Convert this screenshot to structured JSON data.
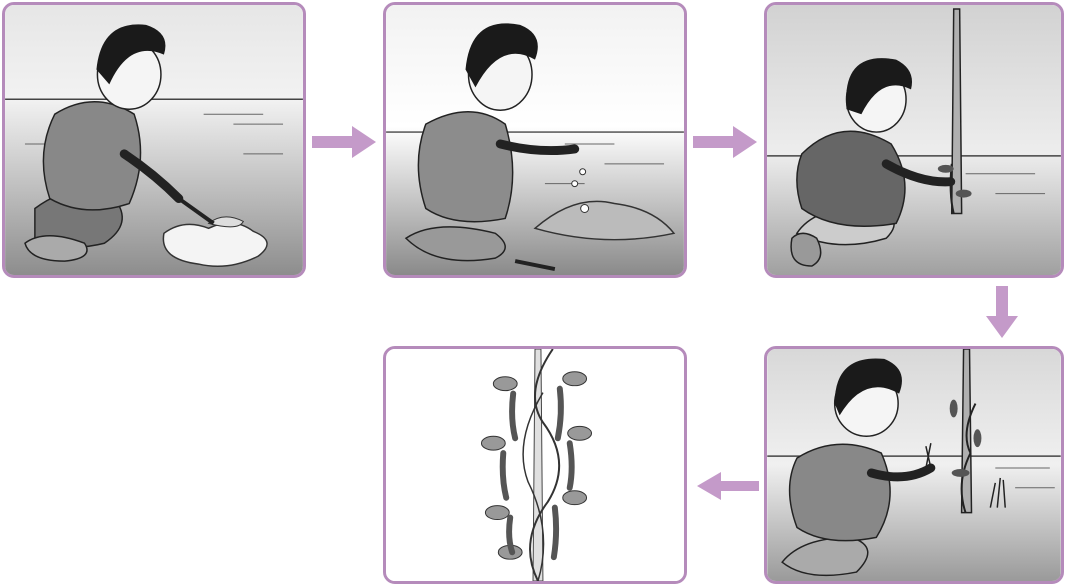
{
  "diagram": {
    "arrow_color": "#c49ac9",
    "border_color": "#b58bbb",
    "steps": [
      {
        "illustration": "boy-digging-soil-illustration"
      },
      {
        "illustration": "boy-sowing-seeds-illustration"
      },
      {
        "illustration": "boy-placing-support-stick-illustration"
      },
      {
        "illustration": "boy-weeding-around-plant-illustration"
      },
      {
        "illustration": "bean-plant-with-pods-illustration"
      }
    ],
    "arrows": [
      {
        "direction": "right"
      },
      {
        "direction": "right"
      },
      {
        "direction": "down"
      },
      {
        "direction": "left"
      }
    ]
  }
}
